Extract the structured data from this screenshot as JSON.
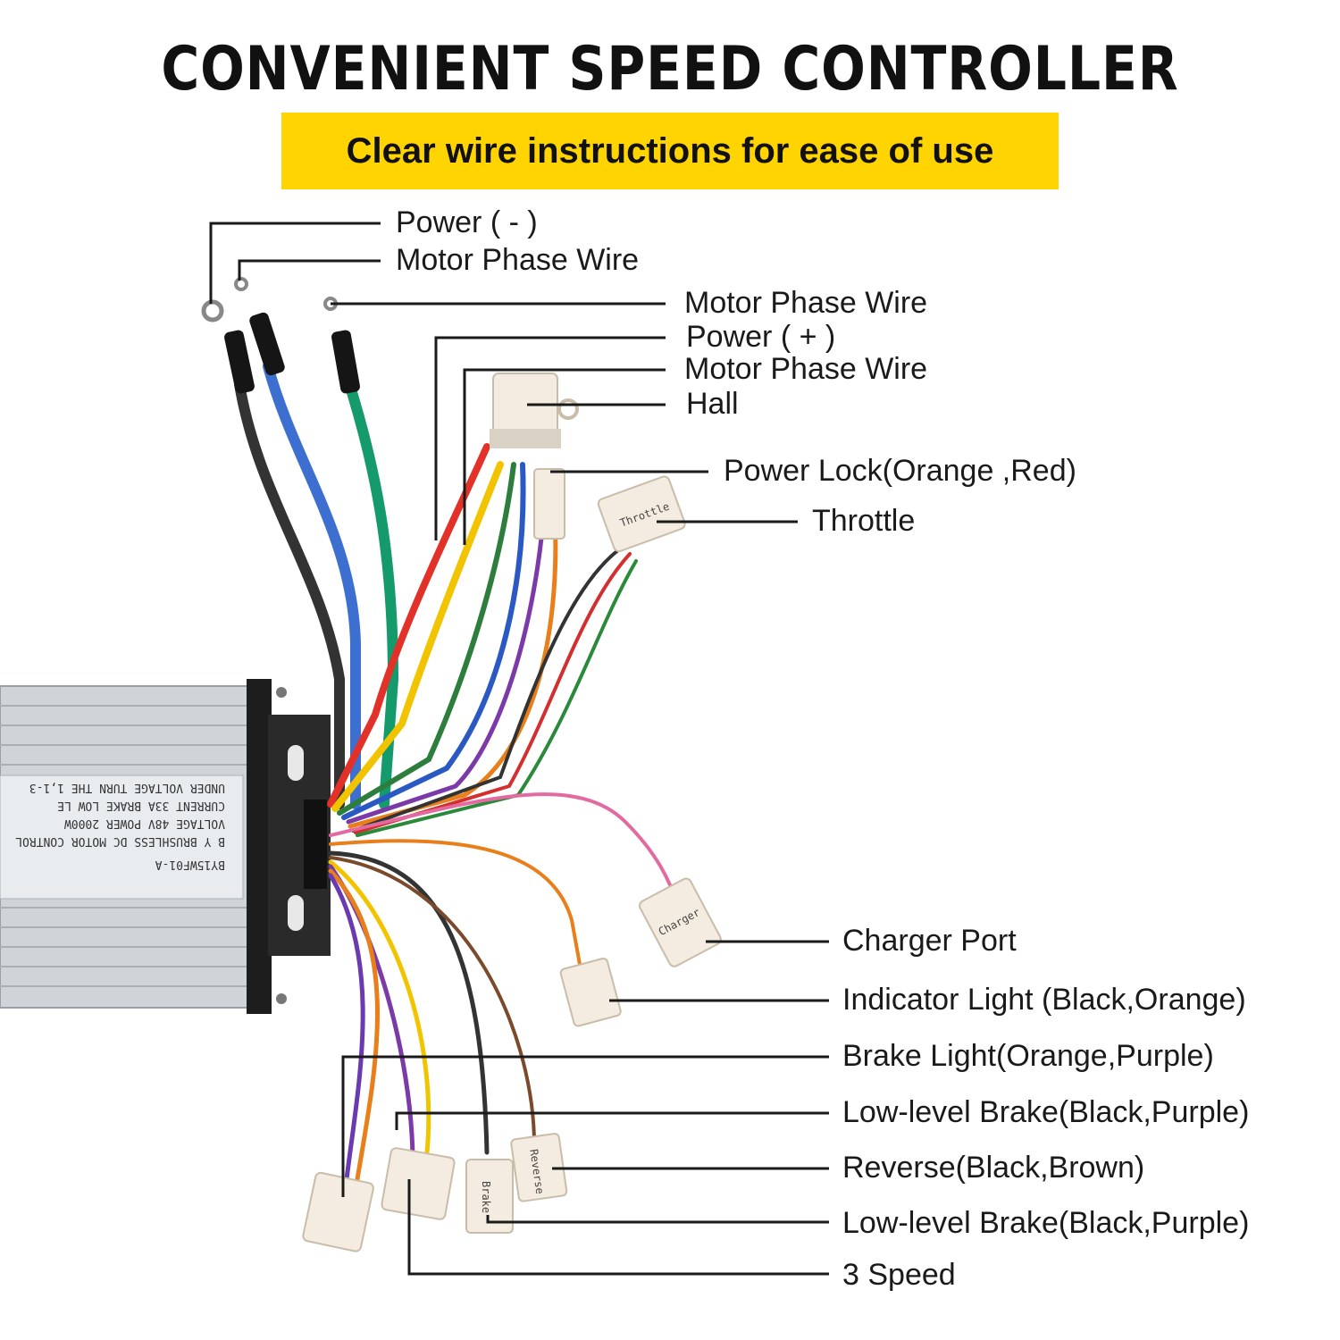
{
  "title": "CONVENIENT SPEED CONTROLLER",
  "subtitle": "Clear wire instructions for ease of use",
  "colors": {
    "banner": "#ffd400",
    "text": "#111111"
  },
  "labels": {
    "power_neg": "Power ( - )",
    "motor_phase_1": "Motor Phase Wire",
    "motor_phase_2": "Motor Phase Wire",
    "power_pos": "Power ( + )",
    "motor_phase_3": "Motor Phase Wire",
    "hall": "Hall",
    "power_lock": "Power Lock(Orange ,Red)",
    "throttle": "Throttle",
    "charger_port": "Charger Port",
    "indicator_light": "Indicator Light (Black,Orange)",
    "brake_light": "Brake Light(Orange,Purple)",
    "low_level_brake_1": "Low-level Brake(Black,Purple)",
    "reverse": "Reverse(Black,Brown)",
    "low_level_brake_2": "Low-level Brake(Black,Purple)",
    "three_speed": "3 Speed"
  },
  "controller_plate": {
    "model": "BY15WF01-A",
    "lines": [
      "B Y  BRUSHLESS DC MOTOR CONTROL",
      "VOLTAGE   48V    POWER 2000W",
      "CURRENT   33A    BRAKE LOW LE",
      "UNDER VOLTAGE    TURN THE 1,1-3"
    ]
  },
  "connector_labels": {
    "throttle": "Throttle",
    "brake": "Brake",
    "reverse": "Reverse",
    "charger": "Charger"
  }
}
